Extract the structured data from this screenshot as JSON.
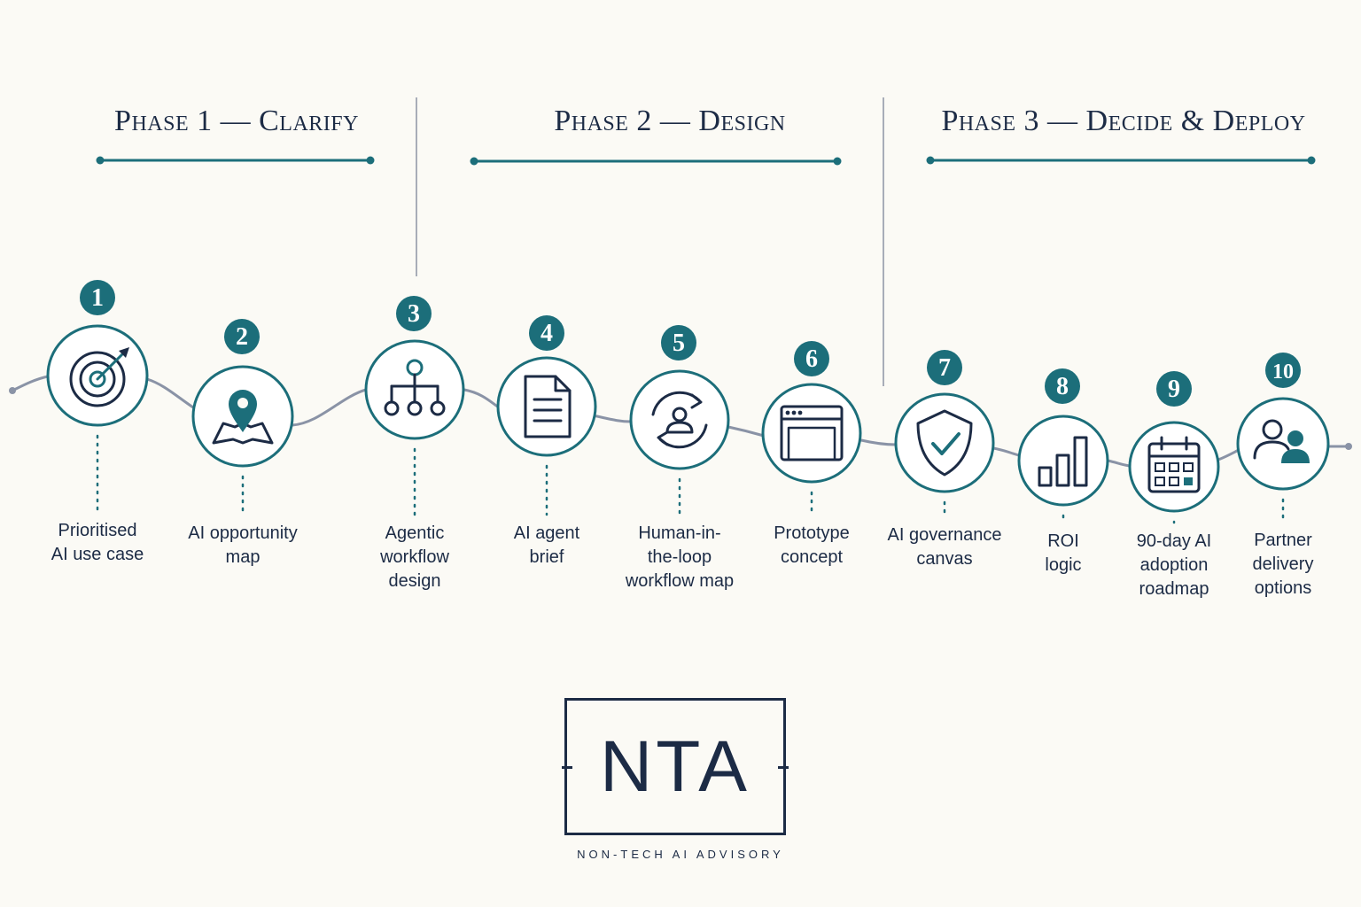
{
  "phases": [
    {
      "title": "Phase 1 — Clarify"
    },
    {
      "title": "Phase 2 — Design"
    },
    {
      "title": "Phase 3 — Decide & Deploy"
    }
  ],
  "steps": [
    {
      "number": "1",
      "icon": "target-icon",
      "label": [
        "Prioritised",
        "AI use case"
      ]
    },
    {
      "number": "2",
      "icon": "map-pin-icon",
      "label": [
        "AI opportunity",
        "map"
      ]
    },
    {
      "number": "3",
      "icon": "workflow-hierarchy-icon",
      "label": [
        "Agentic",
        "workflow",
        "design"
      ]
    },
    {
      "number": "4",
      "icon": "document-icon",
      "label": [
        "AI agent",
        "brief"
      ]
    },
    {
      "number": "5",
      "icon": "person-cycle-icon",
      "label": [
        "Human-in-",
        "the-loop",
        "workflow map"
      ]
    },
    {
      "number": "6",
      "icon": "browser-window-icon",
      "label": [
        "Prototype",
        "concept"
      ]
    },
    {
      "number": "7",
      "icon": "shield-check-icon",
      "label": [
        "AI governance",
        "canvas"
      ]
    },
    {
      "number": "8",
      "icon": "bar-chart-icon",
      "label": [
        "ROI",
        "logic"
      ]
    },
    {
      "number": "9",
      "icon": "calendar-icon",
      "label": [
        "90-day AI",
        "adoption",
        "roadmap"
      ]
    },
    {
      "number": "10",
      "icon": "partner-people-icon",
      "label": [
        "Partner",
        "delivery",
        "options"
      ]
    }
  ],
  "logo": {
    "mark": "NTA",
    "tagline": "NON-TECH AI ADVISORY"
  },
  "colors": {
    "teal": "#1c6e7a",
    "navy": "#1c2b45",
    "line": "#8a93a6",
    "background": "#fbfaf5"
  }
}
